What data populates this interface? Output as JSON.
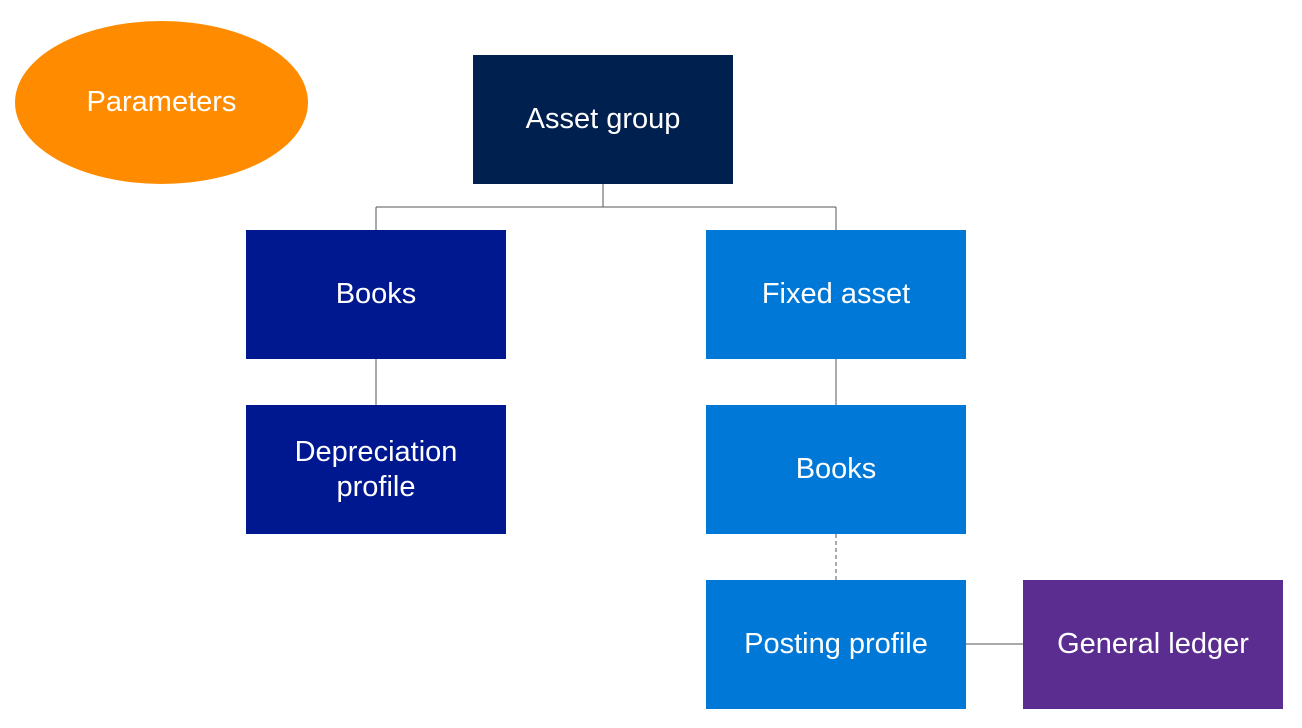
{
  "colors": {
    "orange": "#FF8C00",
    "dark_navy": "#002050",
    "navy": "#00188F",
    "blue": "#0078D7",
    "purple": "#5C2D91",
    "line": "#555555"
  },
  "nodes": {
    "parameters": {
      "label": "Parameters",
      "color": "#FF8C00"
    },
    "asset_group": {
      "label": "Asset group",
      "color": "#002050"
    },
    "books_left": {
      "label": "Books",
      "color": "#00188F"
    },
    "depreciation_profile": {
      "label_line1": "Depreciation",
      "label_line2": "profile",
      "color": "#00188F"
    },
    "fixed_asset": {
      "label": "Fixed asset",
      "color": "#0078D7"
    },
    "books_right": {
      "label": "Books",
      "color": "#0078D7"
    },
    "posting_profile": {
      "label": "Posting profile",
      "color": "#0078D7"
    },
    "general_ledger": {
      "label": "General ledger",
      "color": "#5C2D91"
    }
  }
}
